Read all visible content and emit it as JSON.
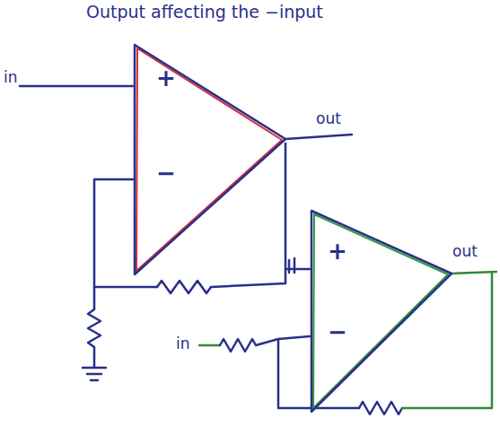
{
  "diagram": {
    "nodes": [
      {
        "text": [
          "+",
          "−"
        ]
      },
      {
        "text": [
          "+",
          "−"
        ]
      }
    ],
    "labels": [
      "Output affecting the −input",
      "in",
      "out",
      "in",
      "out"
    ]
  }
}
